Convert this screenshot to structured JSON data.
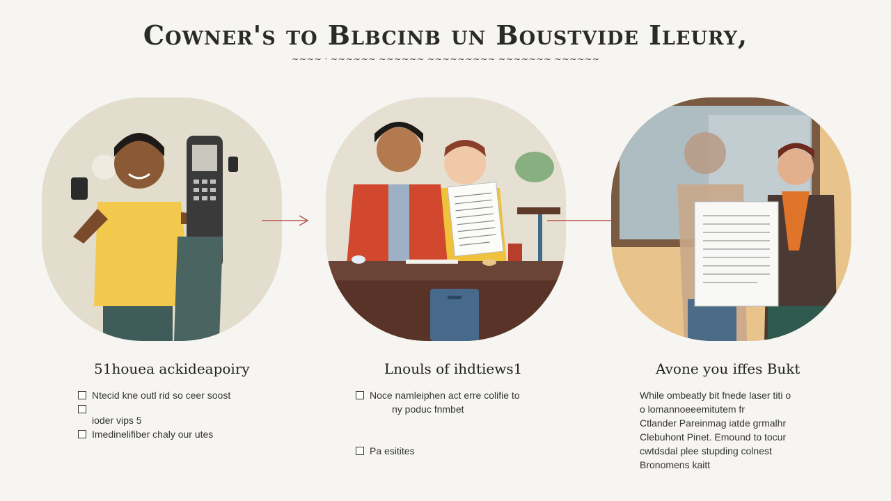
{
  "header": {
    "title": "Cowner's to Blbcinb un Boustvide Ileury,",
    "subtitle": "~~~~ · ~~~~~~ ~~~~~~ ~~~~~~~~~ ~~~~~~~ ~~~~~~"
  },
  "columns": [
    {
      "heading": "51houea ackideapoiry",
      "items": [
        {
          "checkbox": true,
          "text": "Ntecid kne outl rid so ceer soost"
        },
        {
          "checkbox": true,
          "text": ""
        },
        {
          "checkbox": true,
          "text": "ioder vips 5"
        },
        {
          "checkbox": true,
          "text": "Imedinelifiber chaly our utes"
        }
      ]
    },
    {
      "heading": "Lnouls of ihdtiews1",
      "items": [
        {
          "checkbox": true,
          "text": "Noce namleiphen act erre colifie to"
        },
        {
          "checkbox": false,
          "text": "ny poduc fnmbet"
        },
        {
          "checkbox": true,
          "text": "Pa esitites"
        }
      ]
    },
    {
      "heading": "Avone you iffes Bukt",
      "paragraph": [
        "While ombeatly bit fnede laser titi o",
        "o lomannoeeemitutem fr",
        "Ctlander Pareinmag iatde grmalhr",
        "Clebuhont Pinet. Emound to tocur",
        "cwtdsdal plee stupding colnest",
        "Bronomens kaitt"
      ]
    }
  ],
  "colors": {
    "background": "#f6f5f1",
    "arrow": "#b5544a",
    "shirt_yellow": "#f2c94c",
    "jacket_red": "#d2482e",
    "scarf_orange": "#e0752a"
  },
  "icons": [
    "phone-icon",
    "card-terminal-icon",
    "document-icon",
    "arrow-right-icon"
  ]
}
